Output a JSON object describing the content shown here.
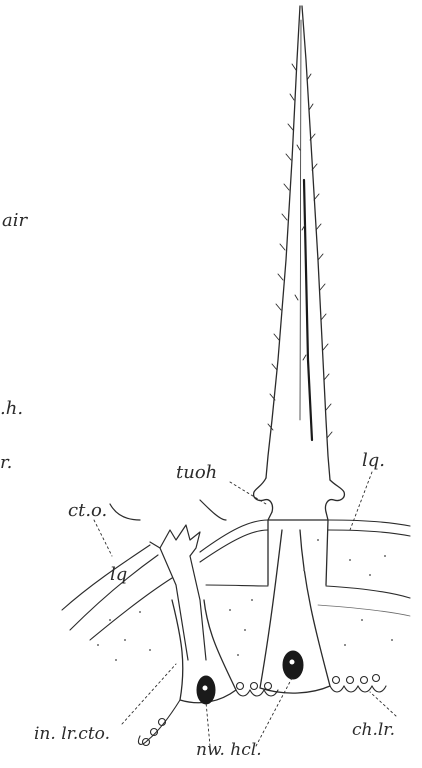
{
  "figure": {
    "colors": {
      "ink": "#2b2b2b",
      "pale_ink": "#6a6a6a",
      "dark_fill": "#1a1a1a"
    },
    "labels": {
      "partial_left_1": "air",
      "partial_left_2": ".h.",
      "partial_left_3": "r.",
      "tuoh": "tuoh",
      "lq_right": "lq.",
      "cto": "ct.o.",
      "lq_left": "lq",
      "in_lr_cto": "in. lr.cto.",
      "ch_lr": "ch.lr.",
      "nw_hcl": "nw. hcl."
    }
  }
}
